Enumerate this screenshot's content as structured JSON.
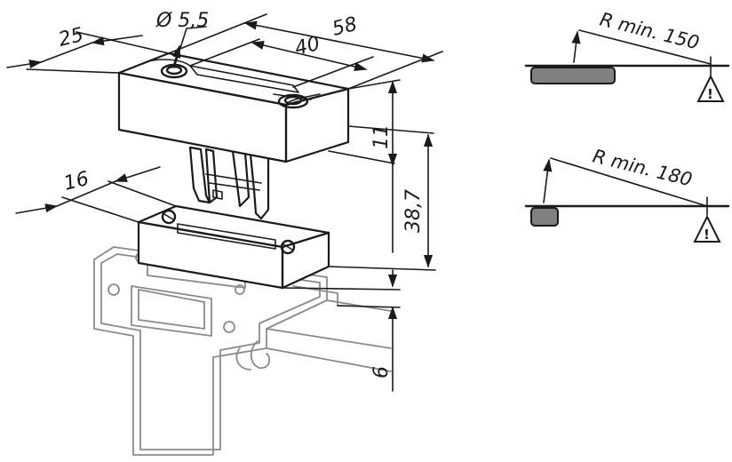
{
  "figure": {
    "dimensions": {
      "width_25": "25",
      "diameter": "Ø 5,5",
      "length_58": "58",
      "hole_spacing_40": "40",
      "height_11": "11",
      "height_38_7": "38,7",
      "width_16": "16",
      "thickness_6": "6"
    },
    "bend_radius": {
      "upper": "R min. 150",
      "lower": "R min. 180"
    },
    "warning_symbol": "!",
    "icons": [
      "warning-triangle-icon",
      "warning-triangle-icon"
    ],
    "colors": {
      "lines": "#1a1a1a",
      "mounting_plate": "#8a8a8a",
      "actuator_fill": "#808080"
    }
  }
}
